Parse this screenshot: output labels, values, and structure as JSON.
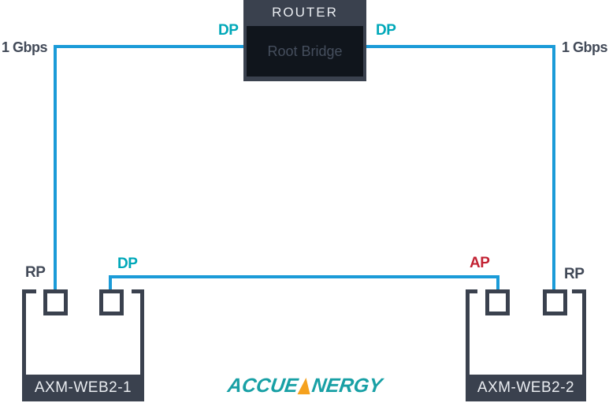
{
  "diagram": {
    "router": {
      "title": "ROUTER",
      "subtitle": "Root Bridge",
      "left_port_label": "DP",
      "right_port_label": "DP"
    },
    "uplinks": {
      "left_speed": "1 Gbps",
      "right_speed": "1 Gbps"
    },
    "devices": [
      {
        "name": "AXM-WEB2-1",
        "left_port_label": "RP",
        "right_port_label": "DP"
      },
      {
        "name": "AXM-WEB2-2",
        "left_port_label": "AP",
        "right_port_label": "RP"
      }
    ],
    "logo": {
      "part1": "ACCUE",
      "part2": "NERGY",
      "full": "ACCUENERGY"
    }
  },
  "colors": {
    "slate": "#3A414E",
    "panel_dark": "#10151C",
    "link_blue": "#1B9BD8",
    "dp_cyan": "#00A8B9",
    "ap_red": "#C22233",
    "label_gray": "#424A58",
    "logo_teal": "#18A0A5",
    "logo_orange": "#F5A11E"
  }
}
